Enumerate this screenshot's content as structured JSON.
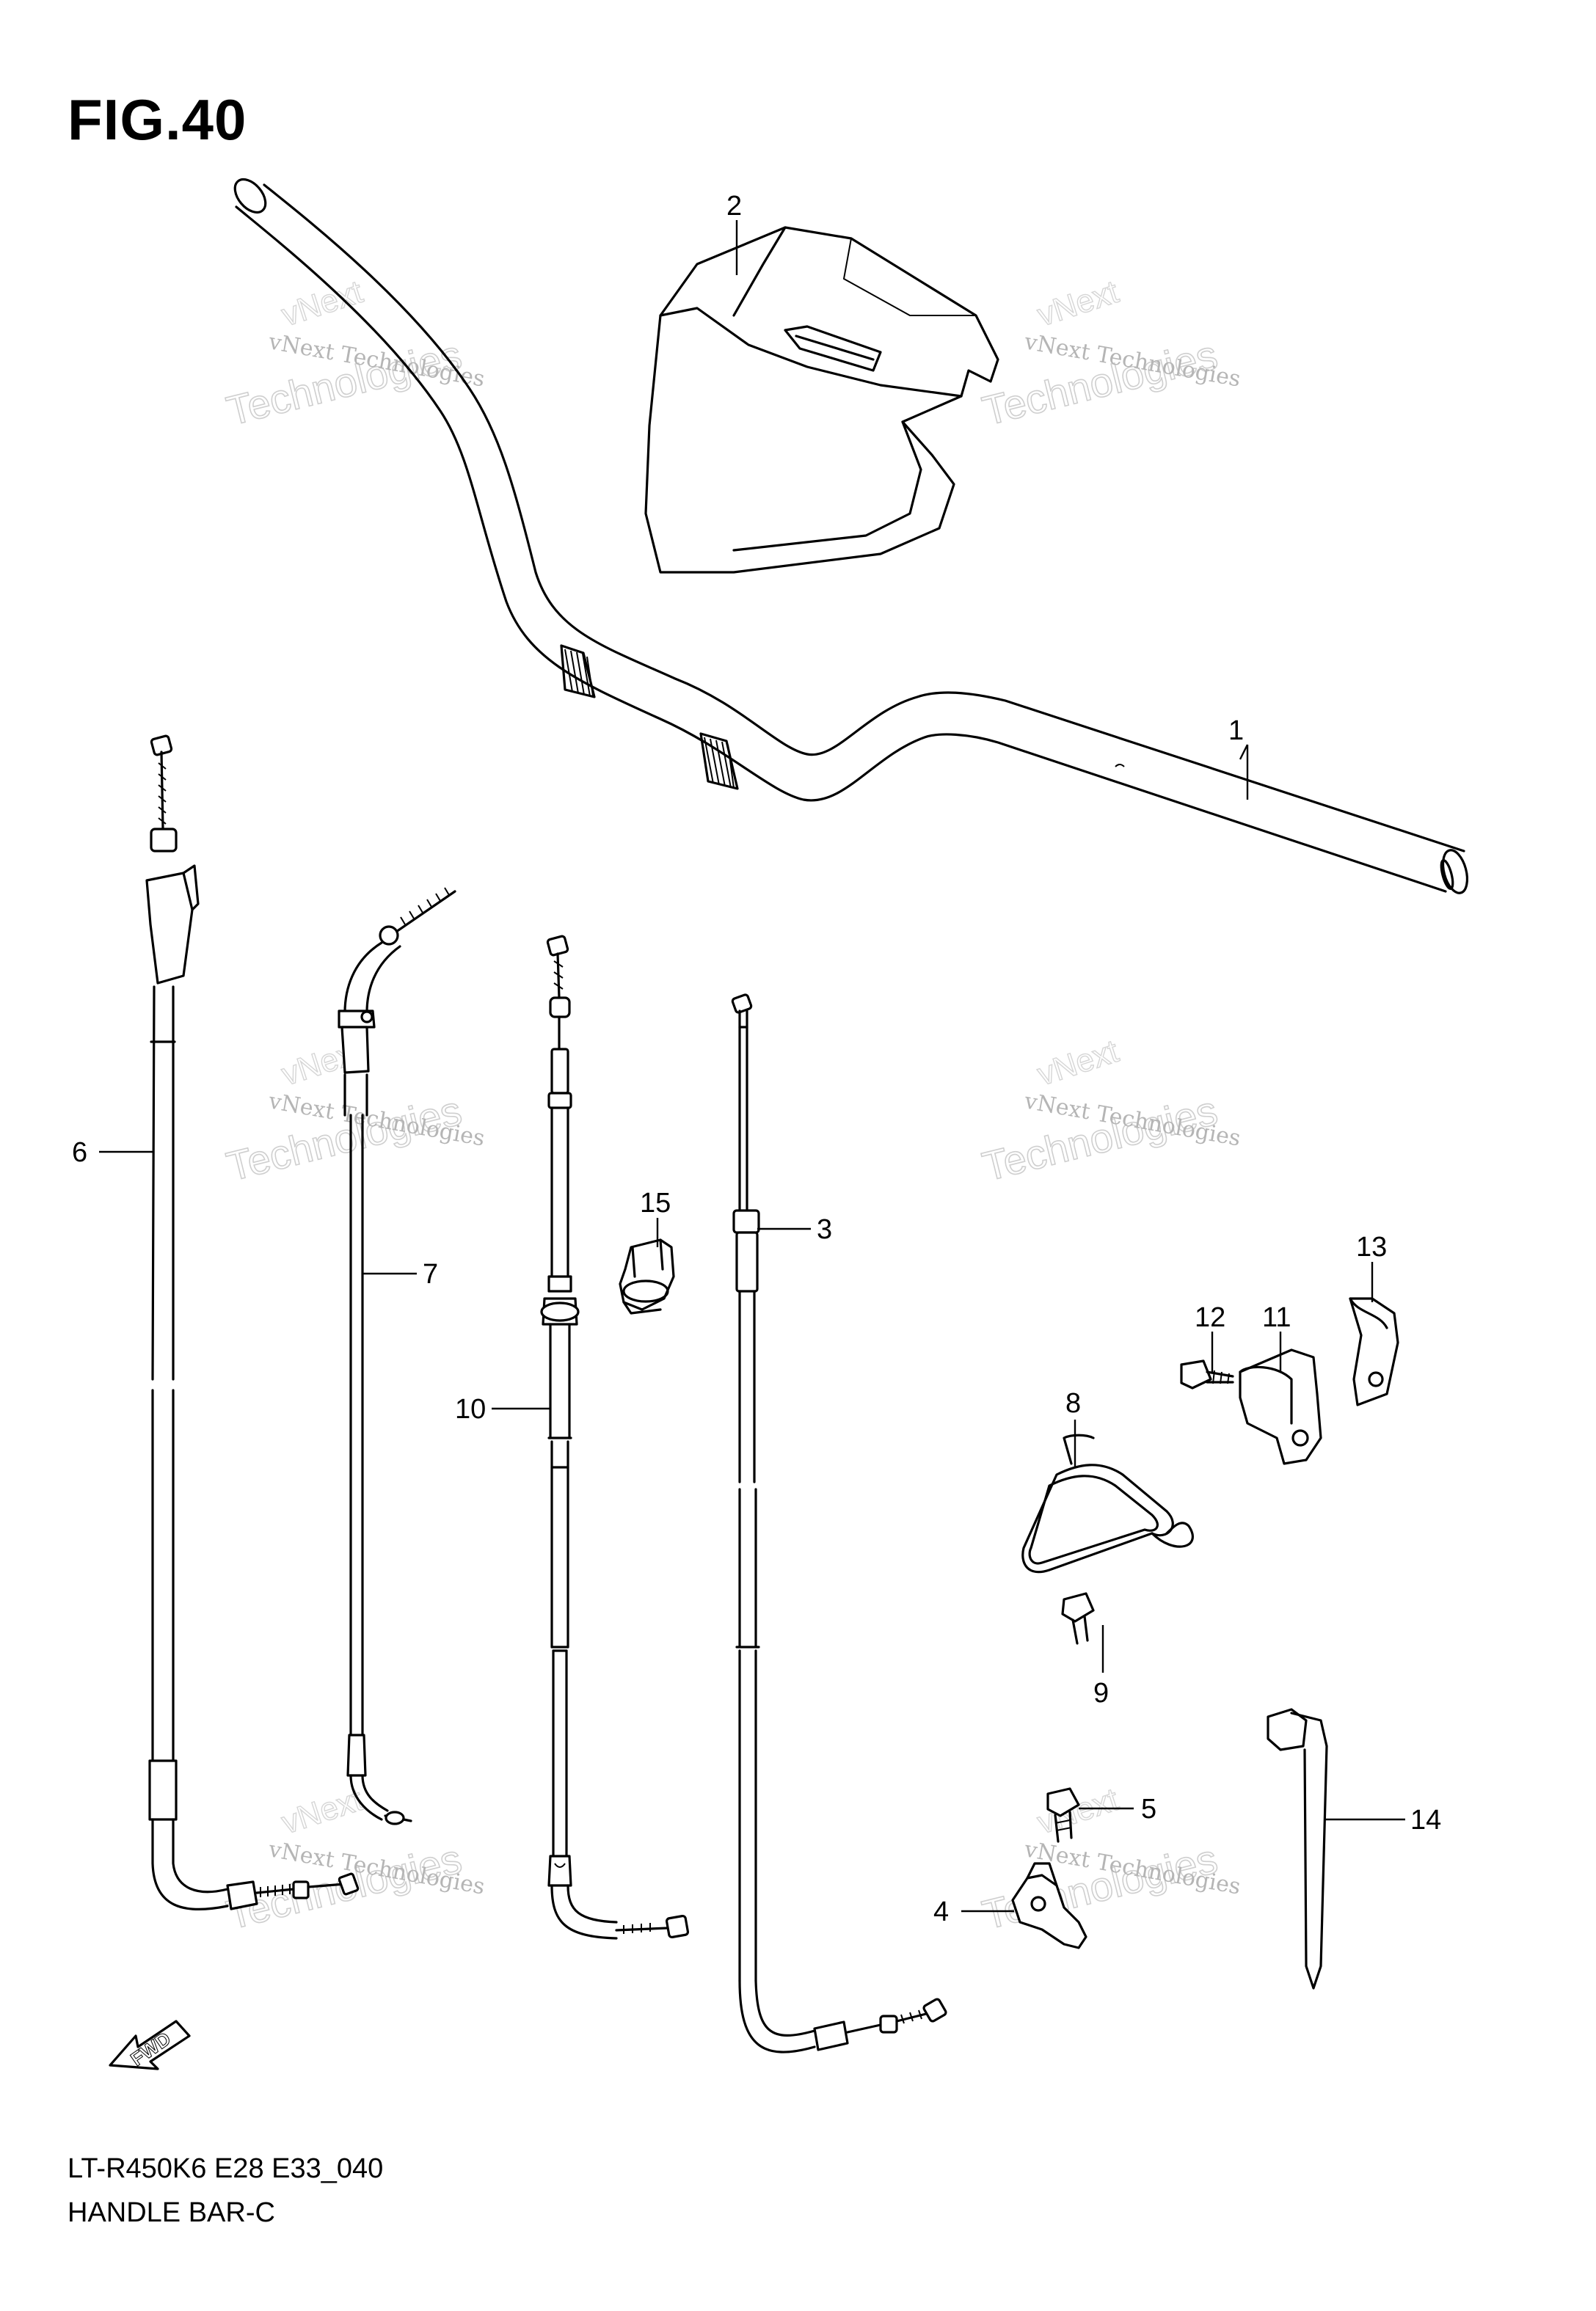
{
  "figure": {
    "title": "FIG.40",
    "code": "LT-R450K6 E28 E33_040",
    "name": "HANDLE BAR-C"
  },
  "fwd_label": "FWD",
  "watermark": {
    "line1": "vNext Technologies",
    "line2": "Technologies",
    "line3": "vNext"
  },
  "callouts": [
    "1",
    "2",
    "3",
    "4",
    "5",
    "6",
    "7",
    "8",
    "9",
    "10",
    "11",
    "12",
    "13",
    "14",
    "15"
  ]
}
